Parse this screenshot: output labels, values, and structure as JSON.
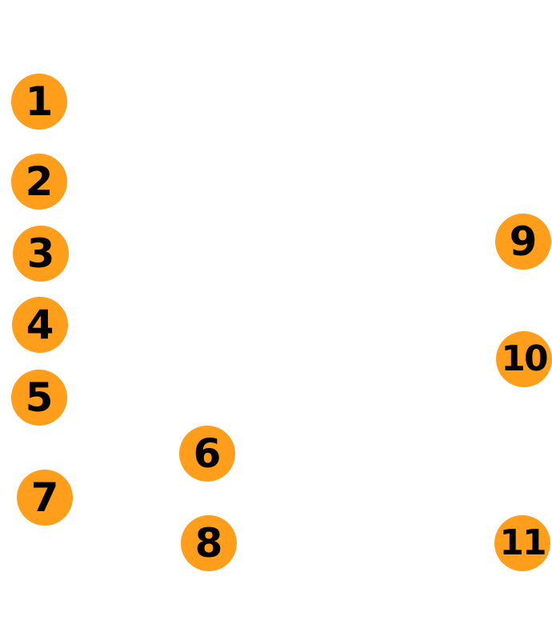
{
  "colors": {
    "badge_fill": "#FF9E1B",
    "badge_text": "#000000",
    "background": "#FFFFFF"
  },
  "markers": [
    {
      "label": "1"
    },
    {
      "label": "2"
    },
    {
      "label": "3"
    },
    {
      "label": "4"
    },
    {
      "label": "5"
    },
    {
      "label": "6"
    },
    {
      "label": "7"
    },
    {
      "label": "8"
    },
    {
      "label": "9"
    },
    {
      "label": "10"
    },
    {
      "label": "11"
    }
  ]
}
